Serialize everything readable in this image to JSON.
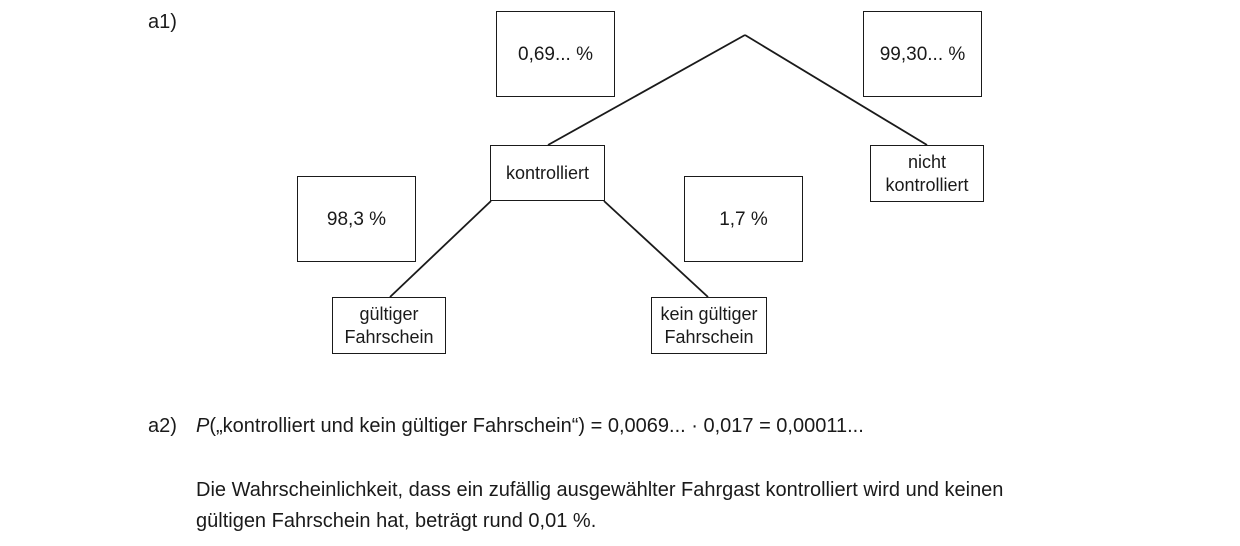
{
  "part_a1": {
    "label": "a1)"
  },
  "tree": {
    "branch_probabilities": {
      "kontrolliert": "0,69... %",
      "nicht_kontrolliert": "99,30... %",
      "gueltig": "98,3 %",
      "kein_gueltig": "1,7 %"
    },
    "nodes": {
      "kontrolliert": [
        "kontrolliert"
      ],
      "nicht_kontrolliert": [
        "nicht",
        "kontrolliert"
      ],
      "gueltiger_fahrschein": [
        "gültiger",
        "Fahrschein"
      ],
      "kein_gueltiger_fahrschein": [
        "kein gültiger",
        "Fahrschein"
      ]
    }
  },
  "part_a2": {
    "label": "a2)",
    "formula_p": "P",
    "formula_rest": "(„kontrolliert und kein gültiger Fahrschein“) = 0,0069... · 0,017 = 0,00011...",
    "answer_line1": "Die Wahrscheinlichkeit, dass ein zufällig ausgewählter Fahrgast kontrolliert wird und keinen",
    "answer_line2": "gültigen Fahrschein hat, beträgt rund 0,01 %."
  }
}
